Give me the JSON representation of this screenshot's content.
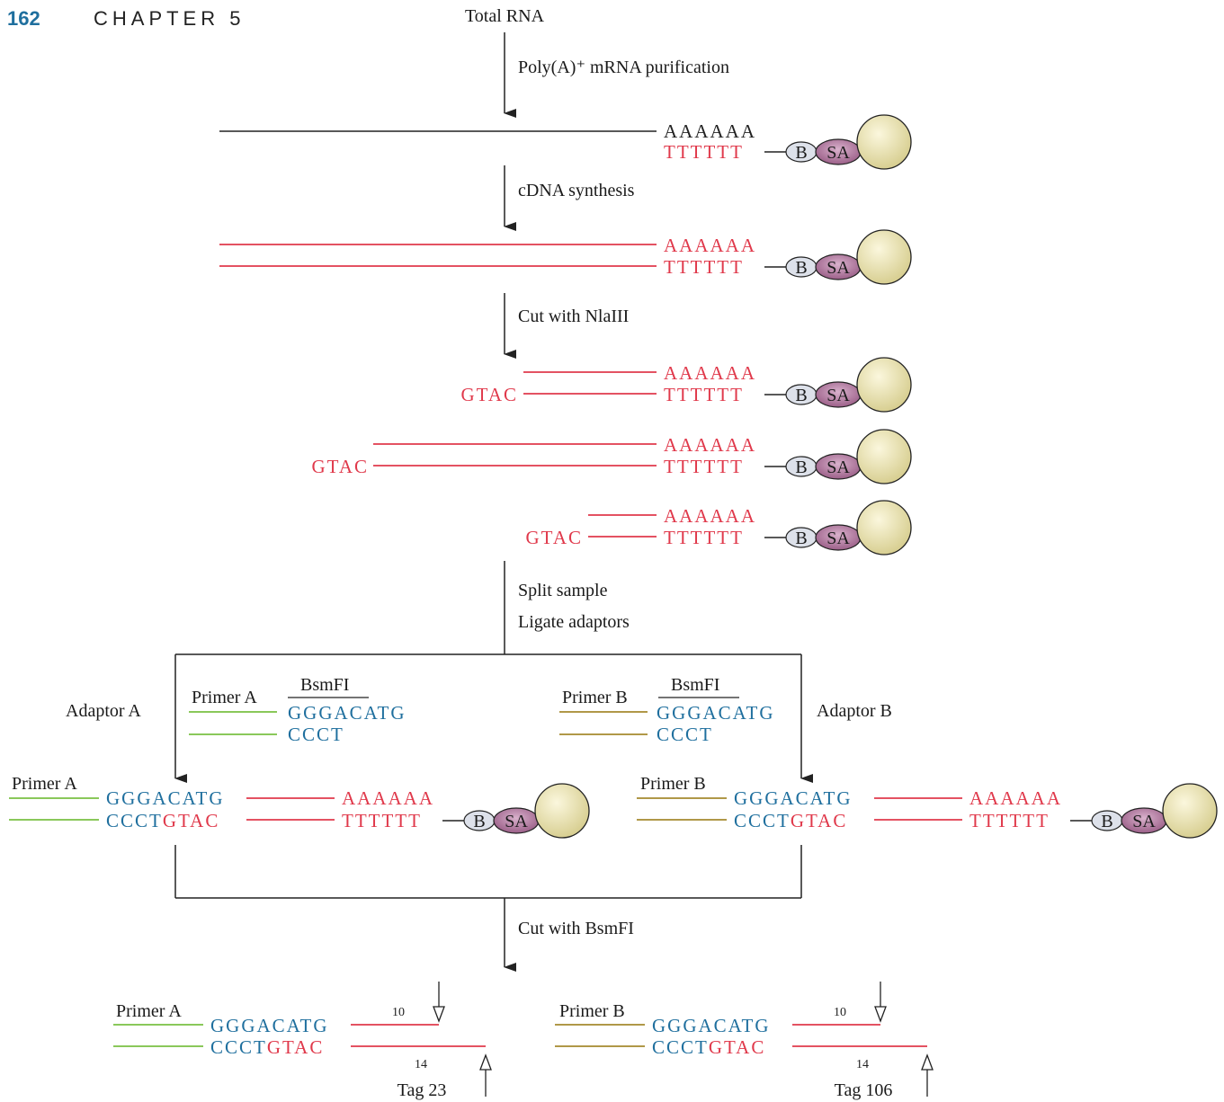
{
  "header": {
    "page_number": "162",
    "chapter": "CHAPTER 5"
  },
  "steps": {
    "start": "Total RNA",
    "s1": "Poly(A)⁺ mRNA purification",
    "s2": "cDNA synthesis",
    "s3": "Cut with NlaIII",
    "s4a": "Split sample",
    "s4b": "Ligate adaptors",
    "s5": "Cut with BsmFI"
  },
  "sequences": {
    "polyA": "AAAAAA",
    "polyT": "TTTTTT",
    "overhang": "GTAC",
    "top": "GGGACATG",
    "bottom": "CCCT"
  },
  "bead": {
    "biotin": "B",
    "streptavidin": "SA"
  },
  "adaptors": {
    "a_label": "Adaptor A",
    "b_label": "Adaptor B",
    "primer_a": "Primer A",
    "primer_b": "Primer B",
    "enzyme": "BsmFI"
  },
  "tags": {
    "len_top": "10",
    "len_bottom": "14",
    "tag_a": "Tag 23",
    "tag_b": "Tag 106"
  },
  "colors": {
    "red": "#e0394b",
    "blue": "#1f6f9e",
    "green": "#7ac143",
    "olive": "#a48a2e",
    "bead": "#e6dfad",
    "sa": "#b77fa6",
    "b": "#dde1ea"
  }
}
